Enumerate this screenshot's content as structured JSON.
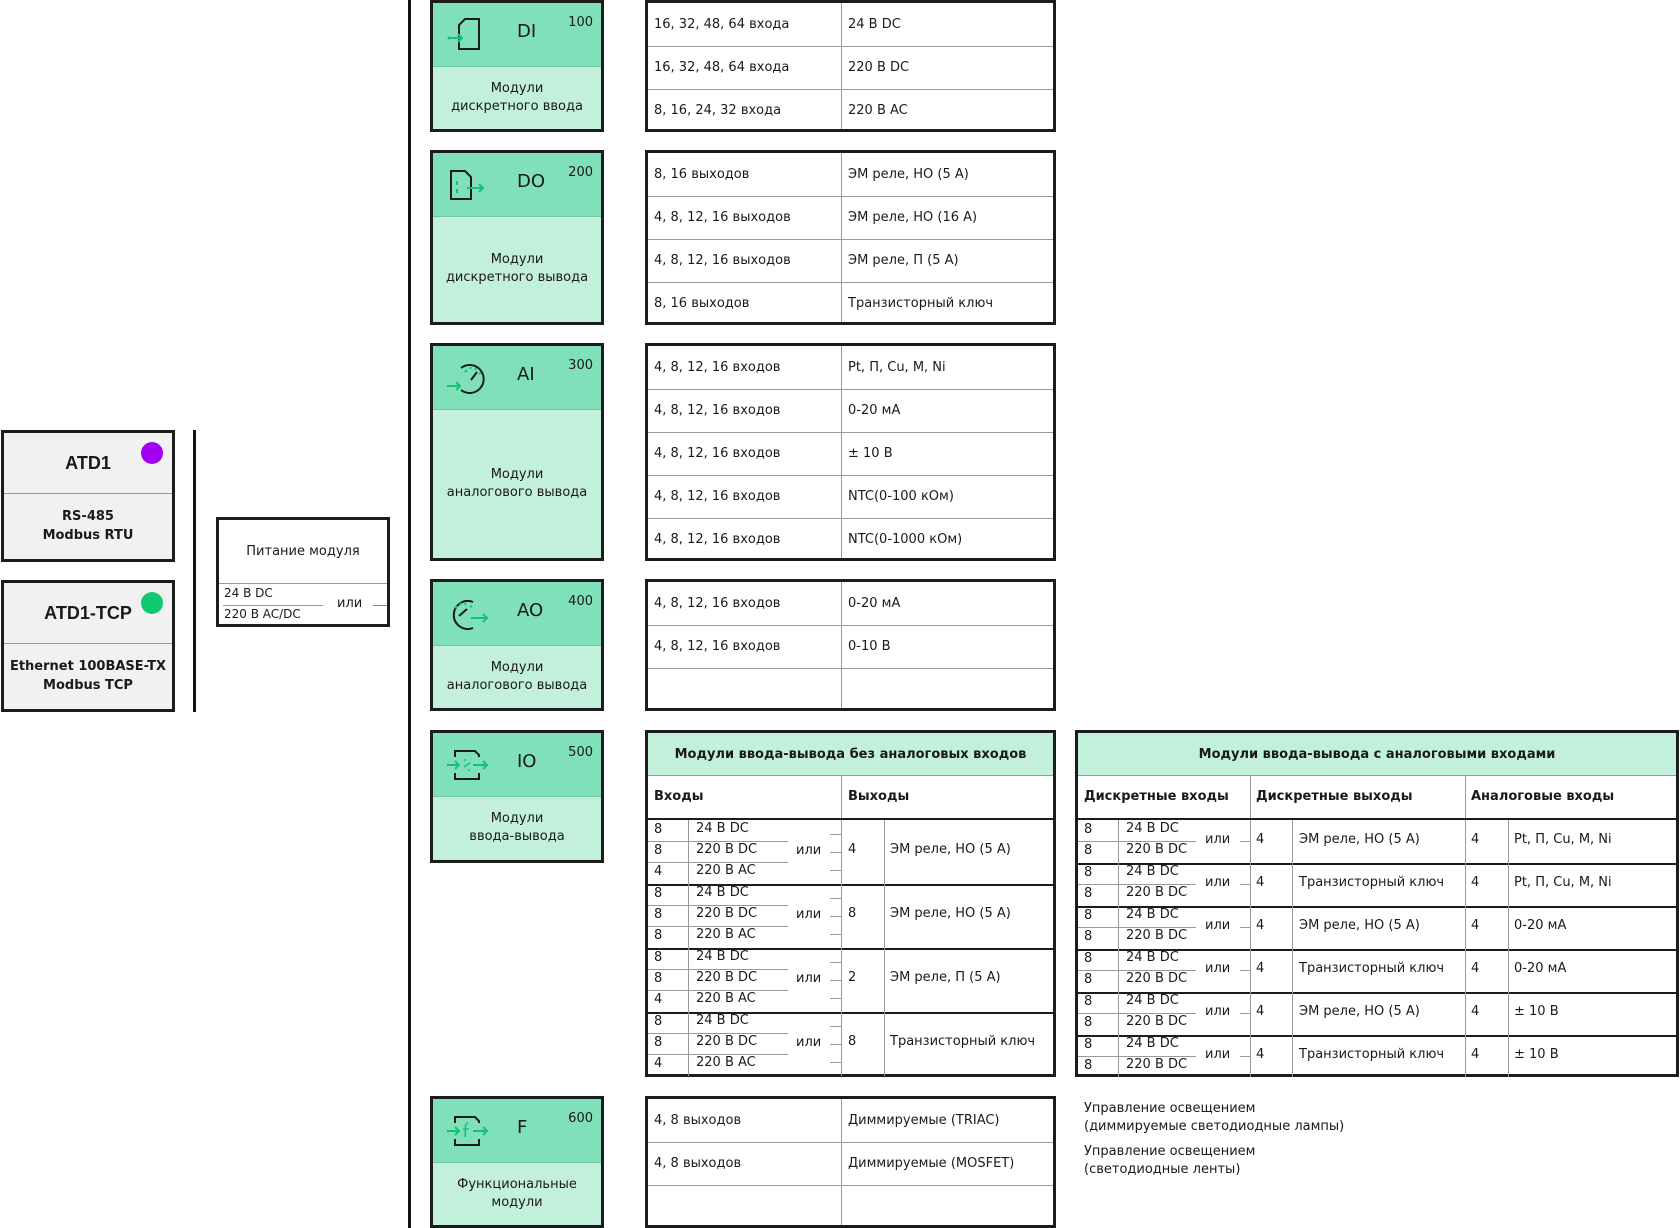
{
  "controllers": [
    {
      "title": "ATD1",
      "lines": [
        "RS-485",
        "Modbus RTU"
      ],
      "dot_color": "#a100f2"
    },
    {
      "title": "ATD1-TCP",
      "lines": [
        "Ethernet 100BASE-TX",
        "Modbus TCP"
      ],
      "dot_color": "#10c86e"
    }
  ],
  "power": {
    "title": "Питание модуля",
    "option1": "24 В DC",
    "option2": "220 В AC/DC",
    "or": "или"
  },
  "categories": [
    {
      "code": "DI",
      "number": "100",
      "desc": [
        "Модули",
        "дискретного ввода"
      ],
      "icon": "digital-input-icon"
    },
    {
      "code": "DO",
      "number": "200",
      "desc": [
        "Модули",
        "дискретного вывода"
      ],
      "icon": "digital-output-icon"
    },
    {
      "code": "AI",
      "number": "300",
      "desc": [
        "Модули",
        "аналогового вывода"
      ],
      "icon": "analog-input-icon"
    },
    {
      "code": "AO",
      "number": "400",
      "desc": [
        "Модули",
        "аналогового вывода"
      ],
      "icon": "analog-output-icon"
    },
    {
      "code": "IO",
      "number": "500",
      "desc": [
        "Модули",
        "ввода-вывода"
      ],
      "icon": "input-output-icon"
    },
    {
      "code": "F",
      "number": "600",
      "desc": [
        "Функциональные",
        "модули"
      ],
      "icon": "function-icon"
    }
  ],
  "tables": {
    "di": [
      [
        "16, 32, 48, 64 входа",
        "24 В DC"
      ],
      [
        "16, 32, 48, 64 входа",
        "220 В DC"
      ],
      [
        "8, 16, 24, 32 входа",
        "220 В AC"
      ]
    ],
    "do": [
      [
        "8, 16 выходов",
        "ЭМ реле, НО (5 А)"
      ],
      [
        "4, 8, 12, 16 выходов",
        "ЭМ реле, НО (16 А)"
      ],
      [
        "4, 8, 12, 16 выходов",
        "ЭМ реле, П (5 А)"
      ],
      [
        "8, 16 выходов",
        "Транзисторный ключ"
      ]
    ],
    "ai": [
      [
        "4, 8, 12, 16 входов",
        "Pt, П, Cu, M, Ni"
      ],
      [
        "4, 8, 12, 16 входов",
        "0-20 мА"
      ],
      [
        "4, 8, 12, 16 входов",
        "± 10 В"
      ],
      [
        "4, 8, 12, 16 входов",
        "NTC(0-100 кОм)"
      ],
      [
        "4, 8, 12, 16 входов",
        "NTC(0-1000 кОм)"
      ]
    ],
    "ao": [
      [
        "4, 8, 12, 16 входов",
        "0-20 мА"
      ],
      [
        "4, 8, 12, 16 входов",
        "0-10 В"
      ],
      [
        "",
        ""
      ]
    ],
    "f": [
      [
        "4, 8 выходов",
        "Диммируемые (TRIAC)"
      ],
      [
        "4, 8 выходов",
        "Диммируемые (MOSFET)"
      ],
      [
        "",
        ""
      ]
    ]
  },
  "io_no_analog": {
    "title": "Модули ввода-вывода без аналоговых входов",
    "col_inputs": "Входы",
    "col_outputs": "Выходы",
    "or": "или",
    "groups": [
      {
        "inputs": [
          [
            "8",
            "24 В DC"
          ],
          [
            "8",
            "220 В DC"
          ],
          [
            "4",
            "220 В AC"
          ]
        ],
        "out_count": "4",
        "out_type": "ЭМ реле, НО (5 А)"
      },
      {
        "inputs": [
          [
            "8",
            "24 В DC"
          ],
          [
            "8",
            "220 В DC"
          ],
          [
            "8",
            "220 В AC"
          ]
        ],
        "out_count": "8",
        "out_type": "ЭМ реле, НО (5 А)"
      },
      {
        "inputs": [
          [
            "8",
            "24 В DC"
          ],
          [
            "8",
            "220 В DC"
          ],
          [
            "4",
            "220 В AC"
          ]
        ],
        "out_count": "2",
        "out_type": "ЭМ реле, П (5 А)"
      },
      {
        "inputs": [
          [
            "8",
            "24 В DC"
          ],
          [
            "8",
            "220 В DC"
          ],
          [
            "4",
            "220 В AC"
          ]
        ],
        "out_count": "8",
        "out_type": "Транзисторный ключ"
      }
    ]
  },
  "io_analog": {
    "title": "Модули ввода-вывода с аналоговыми входами",
    "col_di": "Дискретные входы",
    "col_do": "Дискретные выходы",
    "col_ai": "Аналоговые входы",
    "or": "или",
    "groups": [
      {
        "inputs": [
          [
            "8",
            "24 В DC"
          ],
          [
            "8",
            "220 В DC"
          ]
        ],
        "do_count": "4",
        "do_type": "ЭМ реле, НО (5 А)",
        "ai_count": "4",
        "ai_type": "Pt, П, Cu, M, Ni"
      },
      {
        "inputs": [
          [
            "8",
            "24 В DC"
          ],
          [
            "8",
            "220 В DC"
          ]
        ],
        "do_count": "4",
        "do_type": "Транзисторный ключ",
        "ai_count": "4",
        "ai_type": "Pt, П, Cu, M, Ni"
      },
      {
        "inputs": [
          [
            "8",
            "24 В DC"
          ],
          [
            "8",
            "220 В DC"
          ]
        ],
        "do_count": "4",
        "do_type": "ЭМ реле, НО (5 А)",
        "ai_count": "4",
        "ai_type": "0-20 мА"
      },
      {
        "inputs": [
          [
            "8",
            "24 В DC"
          ],
          [
            "8",
            "220 В DC"
          ]
        ],
        "do_count": "4",
        "do_type": "Транзисторный ключ",
        "ai_count": "4",
        "ai_type": "0-20 мА"
      },
      {
        "inputs": [
          [
            "8",
            "24 В DC"
          ],
          [
            "8",
            "220 В DC"
          ]
        ],
        "do_count": "4",
        "do_type": "ЭМ реле, НО (5 А)",
        "ai_count": "4",
        "ai_type": "± 10 В"
      },
      {
        "inputs": [
          [
            "8",
            "24 В DC"
          ],
          [
            "8",
            "220 В DC"
          ]
        ],
        "do_count": "4",
        "do_type": "Транзисторный ключ",
        "ai_count": "4",
        "ai_type": "± 10 В"
      }
    ]
  },
  "notes": [
    [
      "Управление освещением",
      "(диммируемые светодиодные лампы)"
    ],
    [
      "Управление освещением",
      "(светодиодные ленты)"
    ]
  ],
  "colors": {
    "head_green": "#7fe0b9",
    "light_green": "#c3f0da",
    "icon_green": "#17c17a",
    "border": "#1c1c1c"
  }
}
